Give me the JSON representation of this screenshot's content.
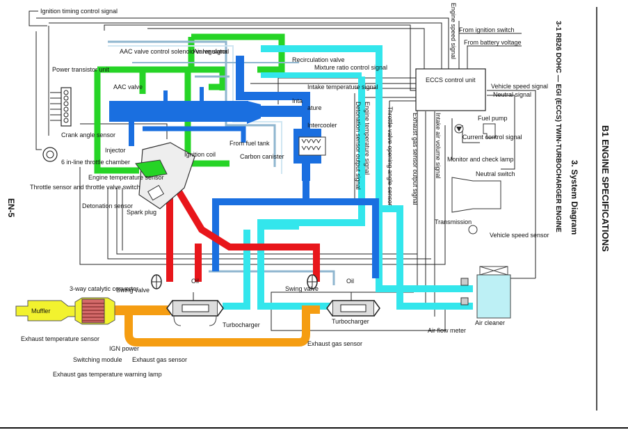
{
  "page": {
    "section": "B1 ENGINE SPECIFICATIONS",
    "subsection": "3. System Diagram",
    "engine_title": "3-1 RB26 DOHC — EGI (ECCS) TWIN-TURBOCHARGER ENGINE",
    "page_number": "EN-5"
  },
  "colors": {
    "intake_air": "#33e6ec",
    "compressed_air": "#1a6fe0",
    "idle_air": "#26d426",
    "exhaust_hot": "#e8161b",
    "exhaust": "#f59d12",
    "muffler": "#f2f22e",
    "air_cleaner": "#bdf0f5"
  },
  "signals": {
    "ignition_timing": "Ignition timing control signal",
    "aac_solenoid": "AAC valve control solenoid valve signal",
    "mixture_ratio": "Mixture ratio control signal",
    "intake_temp": "Intake temperature signal",
    "engine_speed": "Engine speed signal",
    "from_ignition": "From ignition switch",
    "from_battery": "From battery voltage",
    "vehicle_speed": "Vehicle speed signal",
    "neutral": "Neutral signal",
    "detonation_out": "Detonation sensor output signal",
    "engine_temp": "Engine temperature signal",
    "throttle_angle": "Throttle valve opening angle sensor",
    "exhaust_gas_out": "Exhaust gas sensor output signal",
    "intake_air_volume": "Intake air volume signal",
    "current_control": "Current control signal"
  },
  "components": {
    "ecu": "ECCS control unit",
    "power_transistor": "Power transistor unit",
    "aac_valve": "AAC valve",
    "air_regulator": "Air regulator",
    "recirculation_valve": "Recirculation valve",
    "intercooler": "Intercooler",
    "crank_angle": "Crank angle sensor",
    "injector": "Injector",
    "throttle_chamber": "6 in-line throttle chamber",
    "engine_temp_sensor": "Engine temperature sensor",
    "throttle_sensor": "Throttle sensor and throttle valve switch",
    "detonation_sensor": "Detonation sensor",
    "spark_plug": "Spark plug",
    "ignition_coil": "Ignition coil",
    "from_fuel_tank": "From fuel tank",
    "carbon_canister": "Carbon canister",
    "fuel_pump": "Fuel pump",
    "monitor_lamp": "Monitor and check lamp",
    "neutral_switch": "Neutral switch",
    "transmission": "Transmission",
    "vehicle_speed_sensor": "Vehicle speed sensor",
    "air_cleaner": "Air cleaner",
    "air_flow_meter": "Air flow meter",
    "turbocharger": "Turbocharger",
    "swing_valve": "Swing valve",
    "oil": "Oil",
    "exhaust_gas_sensor": "Exhaust gas sensor",
    "muffler": "Muffler",
    "catalytic_converter": "3-way catalytic converter",
    "exhaust_temp_sensor": "Exhaust temperature sensor",
    "switching_module": "Switching module",
    "ign_power": "IGN power",
    "exhaust_temp_lamp": "Exhaust gas temperature warning lamp",
    "intake_temp_sensor_short": "Inta",
    "intake_temp_sensor_frag": "ature"
  }
}
